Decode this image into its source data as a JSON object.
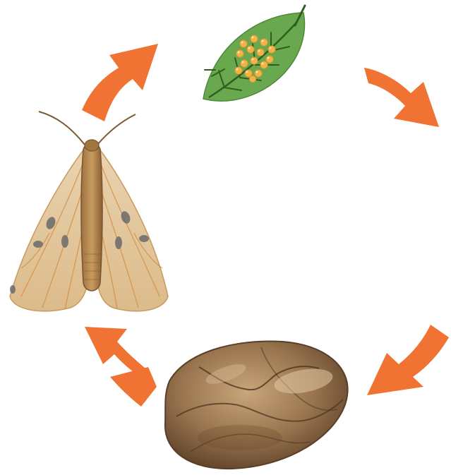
{
  "diagram": {
    "type": "life-cycle",
    "stages": [
      {
        "id": "eggs",
        "icon": "eggs-on-leaf-icon"
      },
      {
        "id": "larva",
        "icon": "empty-stage-placeholder"
      },
      {
        "id": "pupa",
        "icon": "cocoon-icon"
      },
      {
        "id": "adult",
        "icon": "moth-icon"
      }
    ],
    "arrows": [
      {
        "from": "eggs",
        "to": "larva",
        "icon": "arrow-right-down-icon"
      },
      {
        "from": "larva",
        "to": "pupa",
        "icon": "arrow-down-left-icon"
      },
      {
        "from": "pupa",
        "to": "adult",
        "icon": "arrow-left-up-icon"
      },
      {
        "from": "adult",
        "to": "eggs",
        "icon": "arrow-up-right-icon"
      }
    ],
    "colors": {
      "arrow": "#f07333",
      "leaf": "#6aa84f",
      "leaf_vein": "#2f5f1f",
      "egg": "#f5b347",
      "cocoon": "#8a6a48",
      "moth_wing": "#e6c9a0",
      "moth_body": "#b98a4e"
    }
  }
}
